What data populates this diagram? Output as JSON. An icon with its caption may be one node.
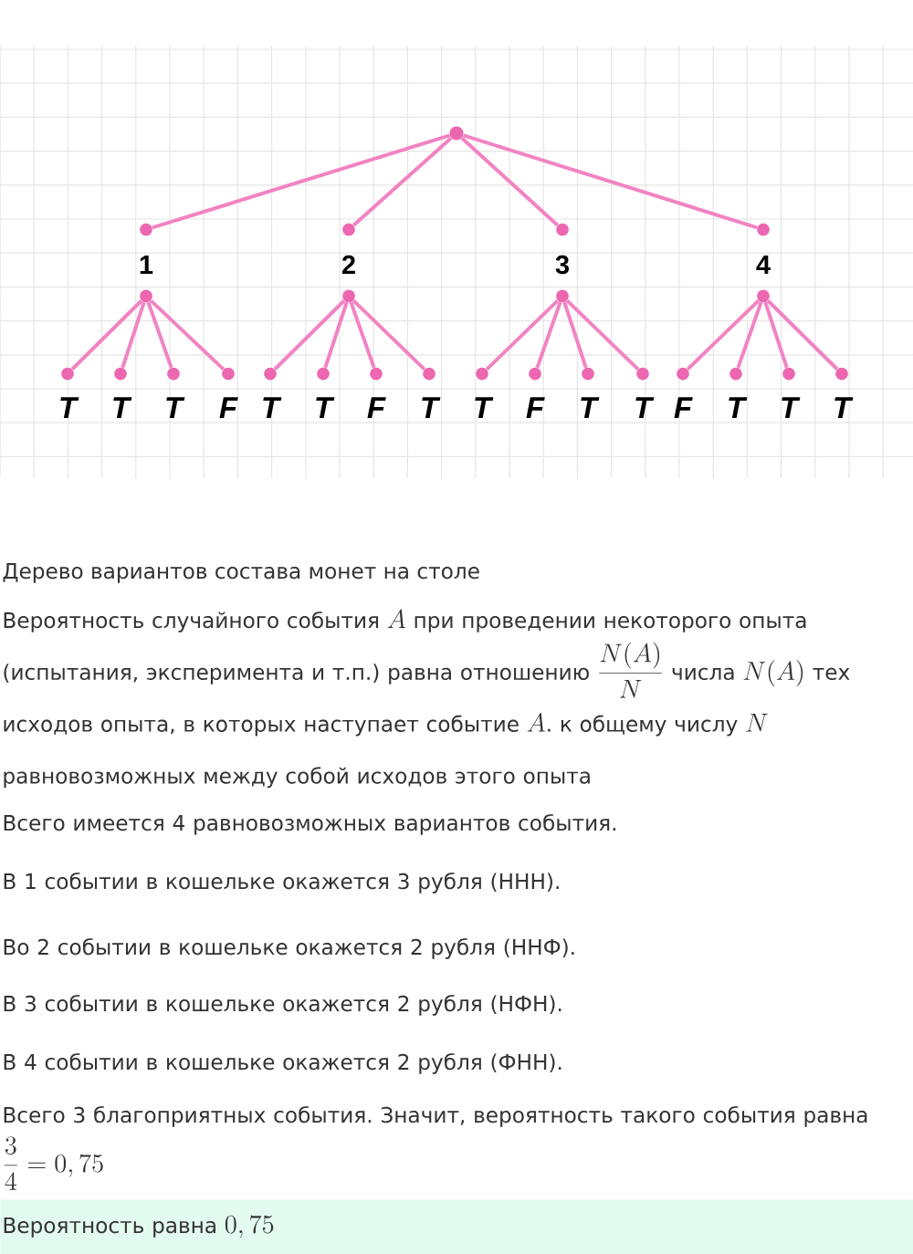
{
  "diagram": {
    "caption": "Дерево вариантов состава монет на столе",
    "nodes": [
      {
        "text": [],
        "shape": "circle"
      },
      {
        "text": [
          "1"
        ]
      },
      {
        "text": [
          "2"
        ]
      },
      {
        "text": [
          "3"
        ]
      },
      {
        "text": [
          "4"
        ]
      },
      {
        "text": [
          "T"
        ]
      },
      {
        "text": [
          "T"
        ]
      },
      {
        "text": [
          "T"
        ]
      },
      {
        "text": [
          "F"
        ]
      },
      {
        "text": [
          "T"
        ]
      },
      {
        "text": [
          "T"
        ]
      },
      {
        "text": [
          "F"
        ]
      },
      {
        "text": [
          "T"
        ]
      },
      {
        "text": [
          "T"
        ]
      },
      {
        "text": [
          "F"
        ]
      },
      {
        "text": [
          "T"
        ]
      },
      {
        "text": [
          "T"
        ]
      },
      {
        "text": [
          "F"
        ]
      },
      {
        "text": [
          "T"
        ]
      },
      {
        "text": [
          "T"
        ]
      },
      {
        "text": [
          "T"
        ]
      },
      {
        "text": [
          "Вероятность равна",
          "0,75"
        ]
      }
    ],
    "edges": [
      {
        "from": 0,
        "to": 1,
        "arrow": "none"
      },
      {
        "from": 0,
        "to": 2,
        "arrow": "none"
      },
      {
        "from": 0,
        "to": 3,
        "arrow": "none"
      },
      {
        "from": 0,
        "to": 4,
        "arrow": "none"
      },
      {
        "from": 1,
        "to": 5,
        "arrow": "none"
      },
      {
        "from": 1,
        "to": 6,
        "arrow": "none"
      },
      {
        "from": 1,
        "to": 7,
        "arrow": "none"
      },
      {
        "from": 1,
        "to": 8,
        "arrow": "none"
      },
      {
        "from": 2,
        "to": 9,
        "arrow": "none"
      },
      {
        "from": 2,
        "to": 10,
        "arrow": "none"
      },
      {
        "from": 2,
        "to": 11,
        "arrow": "none"
      },
      {
        "from": 2,
        "to": 12,
        "arrow": "none"
      },
      {
        "from": 3,
        "to": 13,
        "arrow": "none"
      },
      {
        "from": 3,
        "to": 14,
        "arrow": "none"
      },
      {
        "from": 3,
        "to": 15,
        "arrow": "none"
      },
      {
        "from": 3,
        "to": 16,
        "arrow": "none"
      },
      {
        "from": 4,
        "to": 17,
        "arrow": "none"
      },
      {
        "from": 4,
        "to": 18,
        "arrow": "none"
      },
      {
        "from": 4,
        "to": 19,
        "arrow": "none"
      },
      {
        "from": 4,
        "to": 20,
        "arrow": "none"
      }
    ],
    "labels": [
      "Вероятность случайного события",
      "A",
      "при проведении некоторого опыта (испытания, эксперимента и т.п.) равна отношению",
      "\\frac{N(A)}{N}",
      "числа",
      "N(A)",
      "тех исходов опыта, в которых наступает событие",
      "A",
      ". к общему числу",
      "N",
      "равновозможных между собой исходов этого опыта",
      "Всего имеется 4 равновозможных вариантов события.",
      "В 1 событии в кошельке окажется 3 рубля (ННН).",
      "Во 2 событии в кошельке окажется 2 рубля (ННФ).",
      "В 3 событии в кошельке окажется 2 рубля (НФН).",
      "В 4 событии в кошельке окажется 2 рубля (ФНН).",
      "Всего 3 благоприятных события. Значит, вероятность такого события равна",
      "\\frac{3}{4}=0,75"
    ]
  }
}
